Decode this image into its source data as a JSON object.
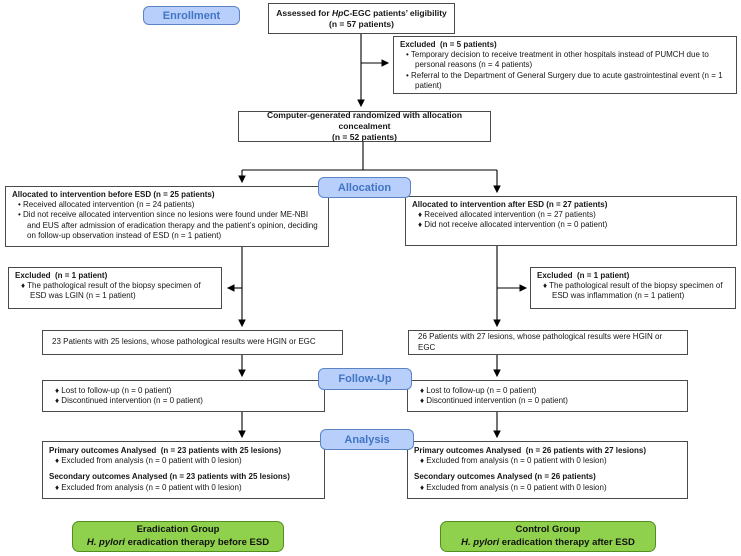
{
  "palette": {
    "label_fill": "#b7cffa",
    "label_border": "#5b84c4",
    "label_text": "#4274c4",
    "green_fill": "#8fd14c",
    "green_border": "#538d1e",
    "box_border": "#4a4a4a",
    "line": "#000000",
    "text": "#161616"
  },
  "stages": {
    "enrollment": "Enrollment",
    "allocation": "Allocation",
    "followup": "Follow-Up",
    "analysis": "Analysis"
  },
  "assessed": {
    "pre": "Assessed for ",
    "it": "Hp",
    "post": "C-EGC patients’ eligibility",
    "n": "(n = 57 patients)"
  },
  "excluded_top": {
    "title": "Excluded  (n = 5 patients)",
    "bullets": [
      "• Temporary decision to receive treatment in other hospitals instead of PUMCH due to personal reasons (n = 4 patients)",
      "• Referral to the Department of General Surgery due to acute gastrointestinal event (n = 1 patient)"
    ]
  },
  "randomized": {
    "line1": "Computer-generated randomized with allocation concealment",
    "line2": "(n = 52 patients)"
  },
  "alloc_left": {
    "title": "Allocated to intervention before ESD (n = 25 patients)",
    "bullets": [
      "• Received allocated intervention (n = 24 patients)",
      "• Did not receive allocated intervention since no lesions were found under ME-NBI and EUS after admission of eradication therapy and the patient’s opinion, deciding on follow-up observation instead of ESD (n = 1 patient)"
    ]
  },
  "alloc_right": {
    "title": "Allocated to intervention after ESD (n = 27 patients)",
    "bullets": [
      "♦ Received allocated intervention (n = 27 patients)",
      "♦ Did not receive allocated intervention (n = 0 patient)"
    ]
  },
  "excluded_left": {
    "title": "Excluded  (n = 1 patient)",
    "bullets": [
      "♦ The pathological result of the biopsy specimen of ESD was LGIN (n = 1 patient)"
    ]
  },
  "excluded_right": {
    "title": "Excluded  (n = 1 patient)",
    "bullets": [
      "♦ The pathological result of the biopsy specimen of ESD was inflammation (n = 1 patient)"
    ]
  },
  "mid_left": "23 Patients with 25 lesions, whose pathological results were HGIN or EGC",
  "mid_right": "26 Patients with 27 lesions, whose pathological results were HGIN or EGC",
  "fu_left": {
    "bullets": [
      "♦ Lost to follow-up (n = 0 patient)",
      "♦ Discontinued intervention (n = 0 patient)"
    ]
  },
  "fu_right": {
    "bullets": [
      "♦ Lost to follow-up (n = 0 patient)",
      "♦ Discontinued intervention (n = 0 patient)"
    ]
  },
  "an_left": {
    "title1": "Primary outcomes Analysed  (n = 23 patients with 25 lesions)",
    "bullet1": "♦ Excluded from analysis (n = 0 patient with 0 lesion)",
    "title2": "Secondary outcomes Analysed (n = 23 patients with 25 lesions)",
    "bullet2": "♦ Excluded from analysis (n = 0 patient with 0 lesion)"
  },
  "an_right": {
    "title1": "Primary outcomes Analysed  (n = 26 patients with 27 lesions)",
    "bullet1": "♦ Excluded from analysis (n = 0 patient with 0 lesion)",
    "title2": "Secondary outcomes Analysed (n = 26 patients)",
    "bullet2": "♦ Excluded from analysis (n = 0 patient with 0 lesion)"
  },
  "green_left": {
    "line1": "Eradication Group",
    "it": "H. pylori",
    "rest": " eradication therapy before ESD"
  },
  "green_right": {
    "line1": "Control Group",
    "it": "H. pylori",
    "rest": " eradication therapy after ESD"
  }
}
